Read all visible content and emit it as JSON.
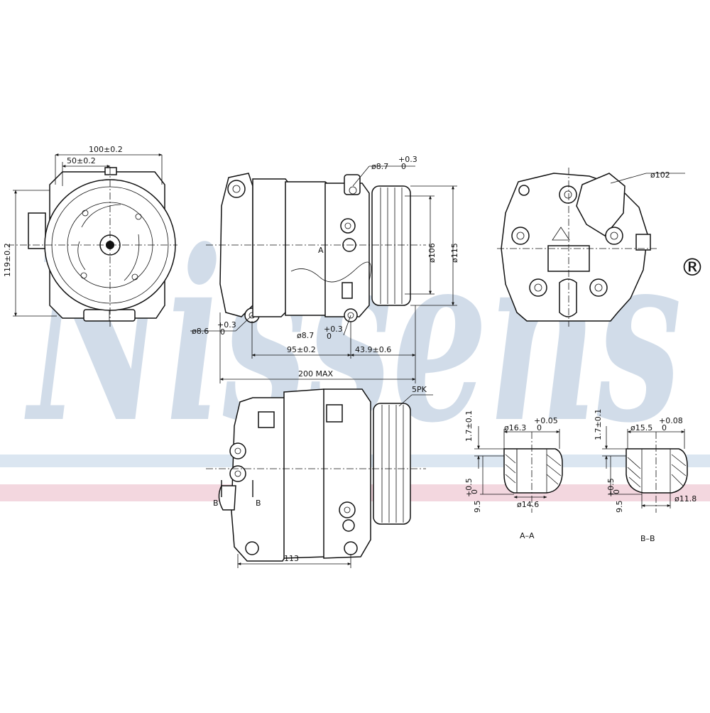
{
  "watermark": {
    "brand": "Nissens",
    "registered_mark": "®",
    "colors": {
      "blue": "#c9d7e6",
      "pink": "#f3d7df",
      "band_blue": "#dbe6f1"
    }
  },
  "dimensions": {
    "front_width": "100±0.2",
    "front_half_width": "50±0.2",
    "front_height": "119±0.2",
    "hole_top_dia": "ø8.7",
    "hole_top_tol": "+0.3",
    "hole_top_tol_low": "0",
    "pulley_small_dia": "ø106",
    "pulley_big_dia": "ø115",
    "hole_left_dia": "ø8.6",
    "hole_left_tol": "+0.3",
    "hole_left_tol_low": "0",
    "hole_bottom_dia": "ø8.7",
    "hole_bottom_tol": "+0.3",
    "hole_bottom_tol_low": "0",
    "spacing_a": "95±0.2",
    "spacing_b": "43.9±0.6",
    "overall_length": "200 MAX",
    "rear_dia": "ø102",
    "belt_type": "5PK",
    "port_spacing": "113",
    "section_mark_a": "A",
    "section_mark_b": "B"
  },
  "sections": {
    "aa": {
      "title": "A–A",
      "top_dia": "ø16.3",
      "top_tol": "+0.05",
      "top_tol_low": "0",
      "bottom_dia": "ø14.6",
      "depth": "1.7±0.1",
      "height": "9.5",
      "height_tol": "+0.5",
      "height_tol_low": "0"
    },
    "bb": {
      "title": "B–B",
      "top_dia": "ø15.5",
      "top_tol": "+0.08",
      "top_tol_low": "0",
      "bottom_dia": "ø11.8",
      "depth": "1.7±0.1",
      "height": "9.5",
      "height_tol": "+0.5",
      "height_tol_low": "0"
    }
  }
}
